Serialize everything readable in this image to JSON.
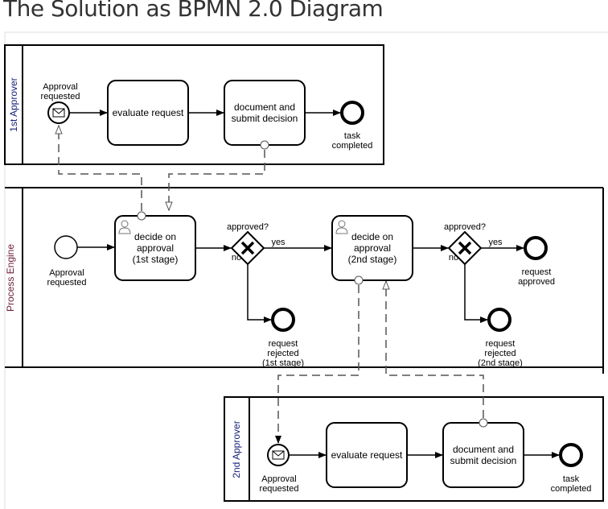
{
  "title": "The Solution as BPMN 2.0 Diagram",
  "pools": {
    "first_approver": {
      "label": "1st Approver",
      "start_label": [
        "Approval",
        "requested"
      ],
      "task1": [
        "evaluate request"
      ],
      "task2": [
        "document and",
        "submit decision"
      ],
      "end_label": [
        "task",
        "completed"
      ]
    },
    "engine": {
      "label": "Process Engine",
      "start_label": [
        "Approval",
        "requested"
      ],
      "task1": [
        "decide on",
        "approval",
        "(1st stage)"
      ],
      "gateway1": {
        "question": "approved?",
        "yes": "yes",
        "no": "no"
      },
      "reject1": [
        "request",
        "rejected",
        "(1st stage)"
      ],
      "task2": [
        "decide on",
        "approval",
        "(2nd stage)"
      ],
      "gateway2": {
        "question": "approved?",
        "yes": "yes",
        "no": "no"
      },
      "approved": [
        "request",
        "approved"
      ],
      "reject2": [
        "request",
        "rejected",
        "(2nd stage)"
      ]
    },
    "second_approver": {
      "label": "2nd Approver",
      "start_label": [
        "Approval",
        "requested"
      ],
      "task1": [
        "evaluate request"
      ],
      "task2": [
        "document and",
        "submit decision"
      ],
      "end_label": [
        "task",
        "completed"
      ]
    }
  },
  "colors": {
    "lane_label_approver": "#1a237e",
    "lane_label_engine": "#6a1b3a"
  }
}
